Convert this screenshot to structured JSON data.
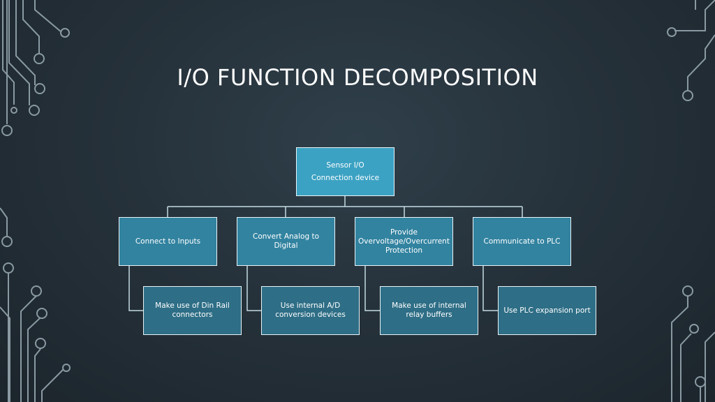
{
  "title": "I/O FUNCTION DECOMPOSITION",
  "root": {
    "line1": "Sensor I/O",
    "line2": "Connection device"
  },
  "functions": [
    {
      "label": "Connect to Inputs",
      "sub": "Make use of Din Rail connectors"
    },
    {
      "label": "Convert Analog to Digital",
      "sub": "Use internal A/D conversion devices"
    },
    {
      "label": "Provide Overvoltage/Overcurrent Protection",
      "sub": "Make use of internal relay buffers"
    },
    {
      "label": "Communicate to PLC",
      "sub": "Use PLC expansion port"
    }
  ],
  "colors": {
    "root_fill": "#3ca2c3",
    "function_fill": "#3283a0",
    "sub_fill": "#2e6e86",
    "connector": "#c4dbe3",
    "circuit_lines": "#8a9aa3"
  }
}
